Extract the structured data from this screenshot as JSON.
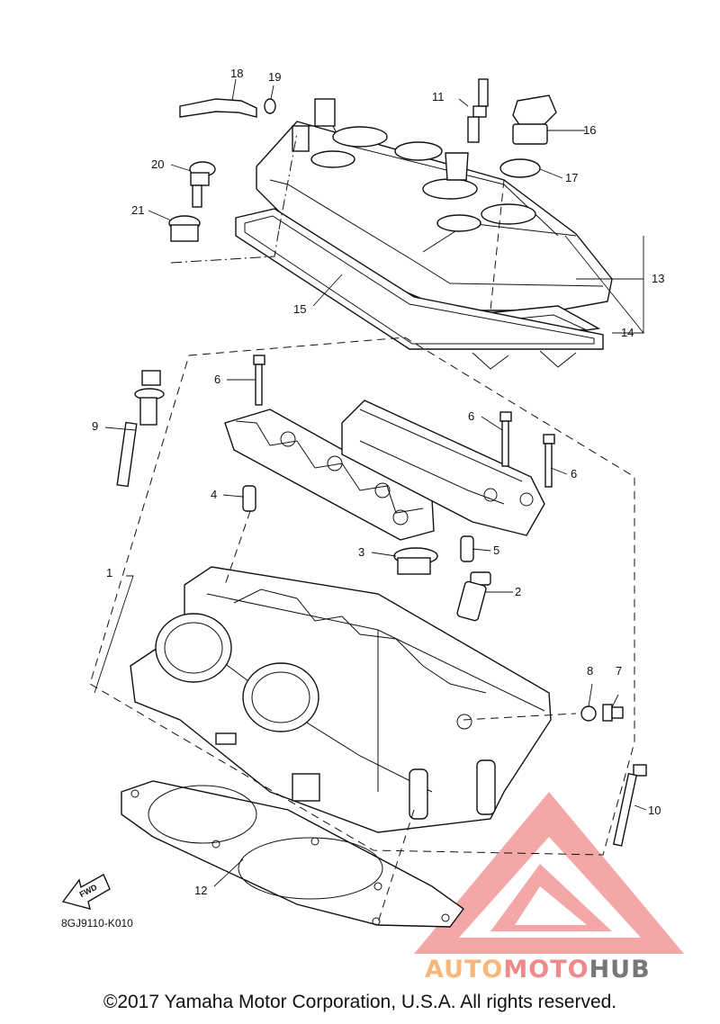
{
  "diagram": {
    "callouts": {
      "c1": "1",
      "c2": "2",
      "c3": "3",
      "c4": "4",
      "c5": "5",
      "c6a": "6",
      "c6b": "6",
      "c6c": "6",
      "c7": "7",
      "c8": "8",
      "c9": "9",
      "c10": "10",
      "c11": "11",
      "c12": "12",
      "c13": "13",
      "c14": "14",
      "c15": "15",
      "c16": "16",
      "c17": "17",
      "c18": "18",
      "c19": "19",
      "c20": "20",
      "c21": "21"
    },
    "fwd_label": "FWD",
    "drawing_code": "8GJ9110-K010"
  },
  "watermark": {
    "brand_part1": "AUTO",
    "brand_part2": "MOTO",
    "brand_part3": "HUB",
    "colors": {
      "auto": "#f5b87a",
      "moto": "#f08a8a",
      "hub": "#777777",
      "logo": "#ef8a8a"
    }
  },
  "footer": {
    "copyright": "©2017 Yamaha Motor Corporation, U.S.A. All rights reserved."
  }
}
